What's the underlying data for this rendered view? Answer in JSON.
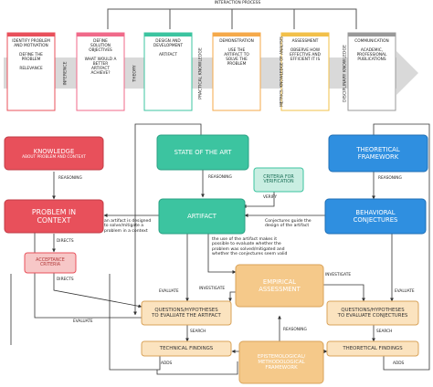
{
  "top": {
    "interaction_label": "INTERACTION PROCESS",
    "steps": [
      {
        "lines": [
          "IDENTIFY PROBLEM",
          "AND MOTIVATION",
          "",
          "DEFINE THE",
          "PROBLEM",
          "",
          "RELEVANCE"
        ],
        "color": "#e8505b"
      },
      {
        "lines": [
          "DEFINE",
          "SOLUTION",
          "OBJECTIVES",
          "",
          "WHAT WOULD A",
          "BETTER",
          "ARTIFACT",
          "ACHIEVE?"
        ],
        "color": "#f06a8a"
      },
      {
        "lines": [
          "DESIGN AND",
          "DEVELOPMENT",
          "",
          "ARTIFACT"
        ],
        "color": "#3cc4a0"
      },
      {
        "lines": [
          "DEMONSTRATION",
          "",
          "USE THE",
          "ARTIFACT TO",
          "SOLVE THE",
          "PROBLEM"
        ],
        "color": "#f5a94a"
      },
      {
        "lines": [
          "ASSESSMENT",
          "",
          "OBSERVE HOW",
          "EFFECTIVE AND",
          "EFFICIENT IT IS"
        ],
        "color": "#f2c04a"
      },
      {
        "lines": [
          "COMMUNICATION",
          "",
          "ACADEMIC,",
          "PROFESSIONAL",
          "PUBLICATIONS"
        ],
        "color": "#999999"
      }
    ],
    "connectors": [
      "INFERENCE",
      "THEORY",
      "PRACTICAL KNOWLEDGE",
      "METRICS, KNOWLEDGE OF ANALYSIS",
      "DISCIPLINARY KNOWLEDGE"
    ]
  },
  "nodes": {
    "knowledge": {
      "title": "KNOWLEDGE",
      "sub": "ABOUT PROBLEM AND CONTEXT"
    },
    "problem": {
      "line1": "PROBLEM IN",
      "line2": "CONTEXT"
    },
    "acceptance": {
      "line1": "ACCEPTANCE",
      "line2": "CRITERIA"
    },
    "state": {
      "title": "STATE OF THE ART"
    },
    "criteria": {
      "line1": "CRITERIA FOR",
      "line2": "VERIFICATION"
    },
    "artifact": {
      "title": "ARTIFACT"
    },
    "theoretical": {
      "line1": "THEORETICAL",
      "line2": "FRAMEWORK"
    },
    "behavioral": {
      "line1": "BEHAVIORAL",
      "line2": "CONJECTURES"
    },
    "empirical": {
      "line1": "EMPIRICAL",
      "line2": "ASSESSMENT"
    },
    "questions_left": {
      "line1": "QUESTIONS/HYPOTHESES",
      "line2": "TO EVALUATE THE ARTIFACT"
    },
    "questions_right": {
      "line1": "QUESTIONS/HYPOTHESES",
      "line2": "TO EVALUATE CONJECTURES"
    },
    "tech_left": {
      "title": "TECHNICAL FINDINGS"
    },
    "tech_right": {
      "title": "THEORETICAL FINDINGS"
    },
    "episte": {
      "line1": "EPISTEMOLOGICAL/",
      "line2": "METHODOLOGICAL",
      "line3": "FRAMEWORK"
    }
  },
  "labels": {
    "reasoning_left": "REASONING",
    "reasoning_state": "REASONING",
    "reasoning_right": "REASONING",
    "reasoning_bottom": "REASONING",
    "verify": "VERIFY",
    "directs_1": "DIRECTS",
    "directs_2": "DIRECTS",
    "evaluate_left": "EVALUATE",
    "evaluate_bottom": "EVALUATE",
    "evaluate_right": "EVALUATE",
    "investigate_left": "INVESTIGATE",
    "investigate_right": "INVESTIGATE",
    "search_left": "SEARCH",
    "search_right": "SEARCH",
    "adds_left": "ADDS",
    "adds_right": "ADDS",
    "note_artifact": [
      "an artifact is designed",
      "to solve/mitigate a",
      "problem in a context"
    ],
    "note_conjectures": [
      "Conjectures guide the",
      "design of the artifact"
    ],
    "note_use": [
      "the use of the artifact makes it",
      "possible to evaluate whether the",
      "problem was solved/mitigated and",
      "whether the conjectures seem valid"
    ]
  }
}
